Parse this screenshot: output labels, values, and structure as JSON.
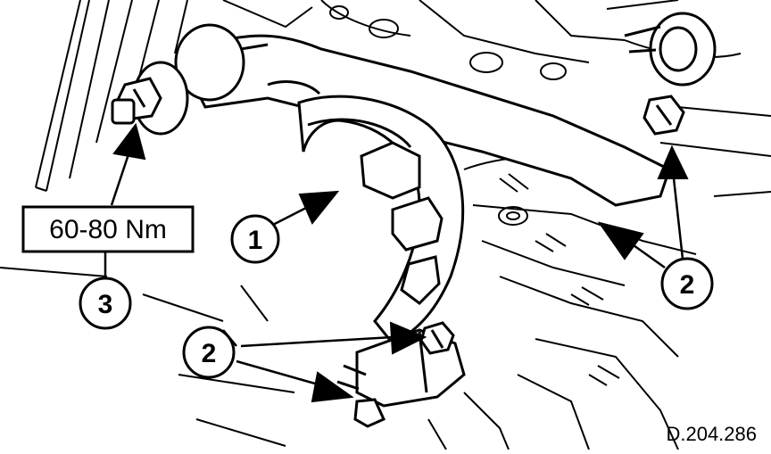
{
  "torque": {
    "value": "60-80 Nm"
  },
  "callouts": [
    {
      "id": "c1",
      "label": "1"
    },
    {
      "id": "c2a",
      "label": "2"
    },
    {
      "id": "c2b",
      "label": "2"
    },
    {
      "id": "c3",
      "label": "3"
    }
  ],
  "drawing_ref": "D.204.286"
}
